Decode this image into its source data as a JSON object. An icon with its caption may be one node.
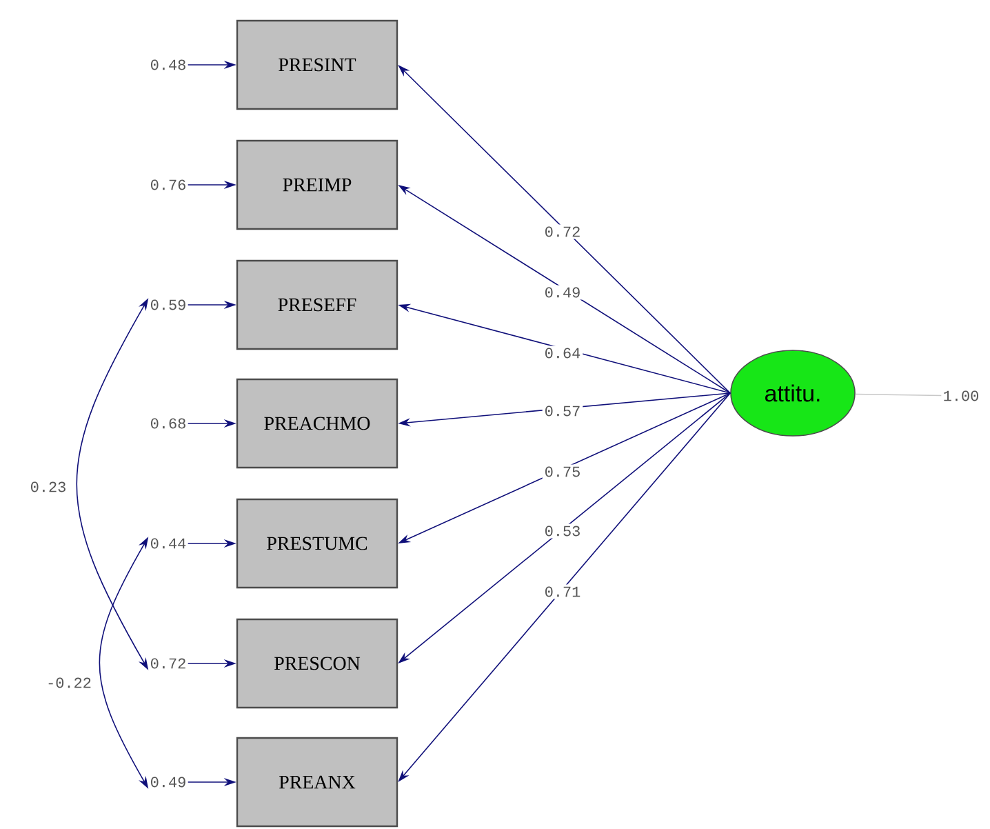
{
  "diagram": {
    "nodes": [
      {
        "text": [
          "PRESINT"
        ]
      },
      {
        "text": [
          "PREIMP"
        ]
      },
      {
        "text": [
          "PRESEFF"
        ]
      },
      {
        "text": [
          "PREACHMO"
        ]
      },
      {
        "text": [
          "PRESTUMC"
        ]
      },
      {
        "text": [
          "PRESCON"
        ]
      },
      {
        "text": [
          "PREANX"
        ]
      },
      {
        "text": [
          "attitu."
        ]
      },
      {
        "text": [
          "0.48"
        ]
      },
      {
        "text": [
          "0.76"
        ]
      },
      {
        "text": [
          "0.59"
        ]
      },
      {
        "text": [
          "0.68"
        ]
      },
      {
        "text": [
          "0.44"
        ]
      },
      {
        "text": [
          "0.72"
        ]
      },
      {
        "text": [
          "0.49"
        ]
      },
      {
        "text": [
          "1.00"
        ]
      }
    ],
    "edges": [
      {
        "from": 7,
        "to": 0,
        "arrow": "to",
        "label": "0.72"
      },
      {
        "from": 7,
        "to": 1,
        "arrow": "to",
        "label": "0.49"
      },
      {
        "from": 7,
        "to": 2,
        "arrow": "to",
        "label": "0.64"
      },
      {
        "from": 7,
        "to": 3,
        "arrow": "to",
        "label": "0.57"
      },
      {
        "from": 7,
        "to": 4,
        "arrow": "to",
        "label": "0.75"
      },
      {
        "from": 7,
        "to": 5,
        "arrow": "to",
        "label": "0.53"
      },
      {
        "from": 7,
        "to": 6,
        "arrow": "to",
        "label": "0.71"
      },
      {
        "from": 8,
        "to": 0,
        "arrow": "to"
      },
      {
        "from": 9,
        "to": 1,
        "arrow": "to"
      },
      {
        "from": 10,
        "to": 2,
        "arrow": "to"
      },
      {
        "from": 11,
        "to": 3,
        "arrow": "to"
      },
      {
        "from": 12,
        "to": 4,
        "arrow": "to"
      },
      {
        "from": 13,
        "to": 5,
        "arrow": "to"
      },
      {
        "from": 14,
        "to": 6,
        "arrow": "to"
      },
      {
        "from": 10,
        "to": 13,
        "arrow": "both",
        "label": "0.23"
      },
      {
        "from": 12,
        "to": 14,
        "arrow": "both",
        "label": "-0.22"
      },
      {
        "from": 15,
        "to": 7,
        "arrow": "none",
        "color": "#c8c8c8"
      }
    ]
  }
}
